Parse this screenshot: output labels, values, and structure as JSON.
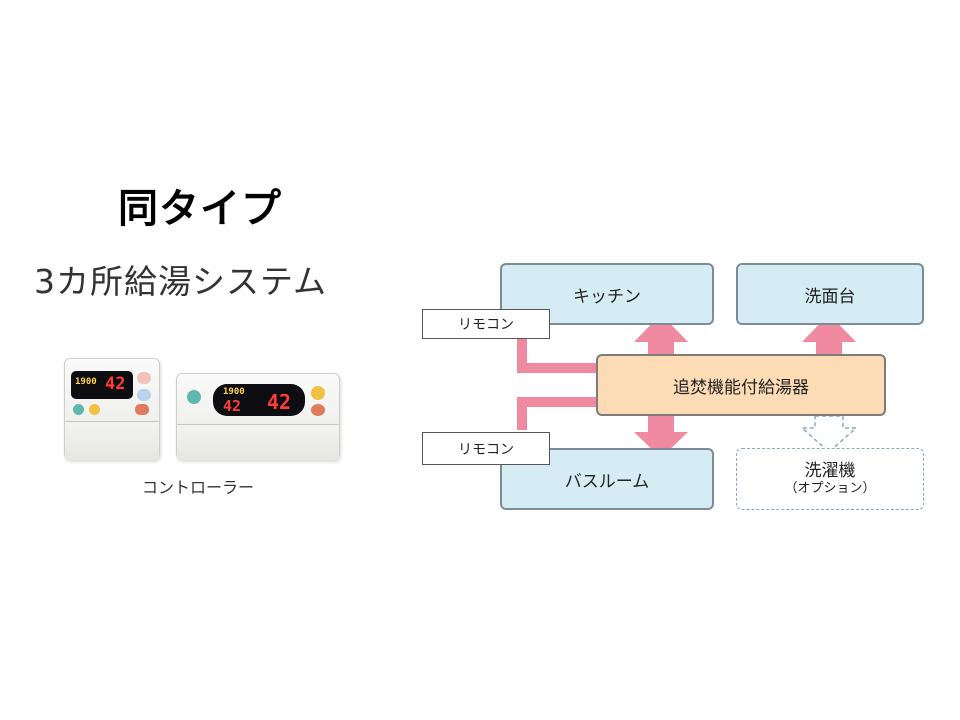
{
  "title": "同タイプ",
  "subtitle": "3カ所給湯システム",
  "controllers": {
    "label": "コントローラー",
    "remote1": {
      "time": "1900",
      "temp": "42"
    },
    "remote2": {
      "time": "1900",
      "temp_left": "42",
      "temp_right": "42"
    }
  },
  "diagram": {
    "kitchen": "キッチン",
    "washbasin": "洗面台",
    "heater": "追焚機能付給湯器",
    "bathroom": "バスルーム",
    "washer": "洗濯機",
    "washer_note": "（オプション）",
    "remocon_top": "リモコン",
    "remocon_bottom": "リモコン"
  },
  "colors": {
    "box_fill": "#d6ecf4",
    "heater_fill": "#fddcb5",
    "arrow": "#f08aa0",
    "pipe": "#f08aa0",
    "dashed": "#8aa7c4"
  }
}
